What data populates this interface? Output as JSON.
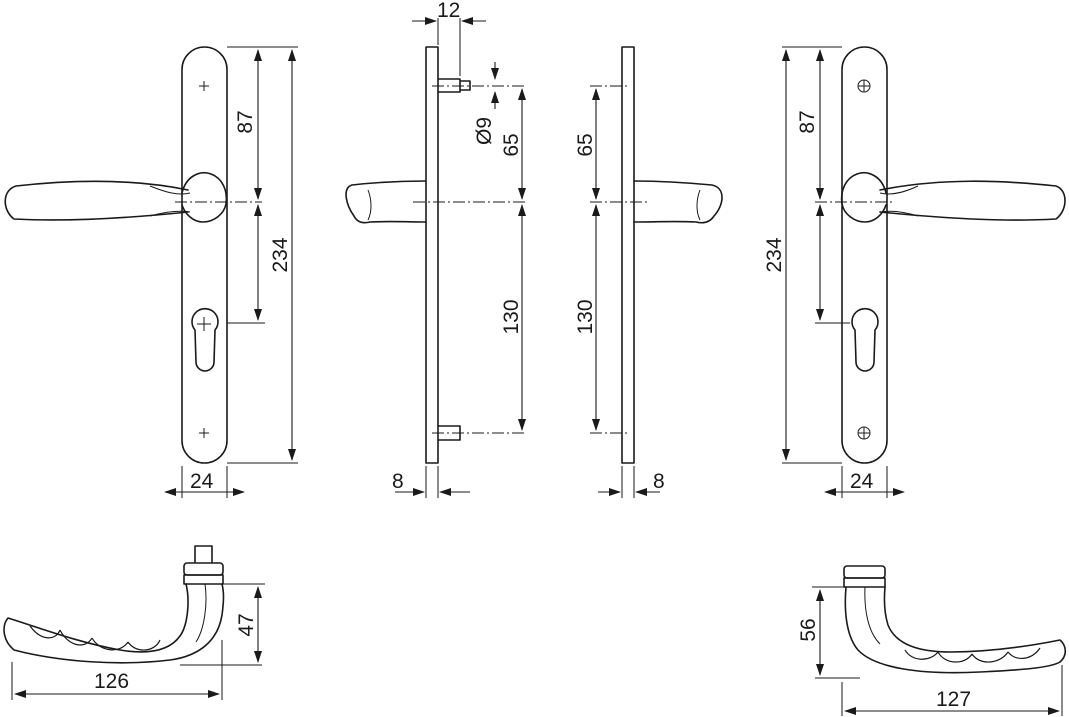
{
  "dimensions": {
    "front_left": {
      "width": "24",
      "total_height": "234",
      "upper": "87"
    },
    "side_left": {
      "spindle_projection": "12",
      "spindle_diameter": "Ø9",
      "upper": "65",
      "lower": "130",
      "plate_thickness": "8"
    },
    "side_right": {
      "upper": "65",
      "lower": "130",
      "plate_thickness": "8"
    },
    "front_right": {
      "width": "24",
      "total_height": "234",
      "upper": "87"
    },
    "lever_left": {
      "length": "126",
      "height": "47"
    },
    "lever_right": {
      "length": "127",
      "height": "56"
    }
  }
}
